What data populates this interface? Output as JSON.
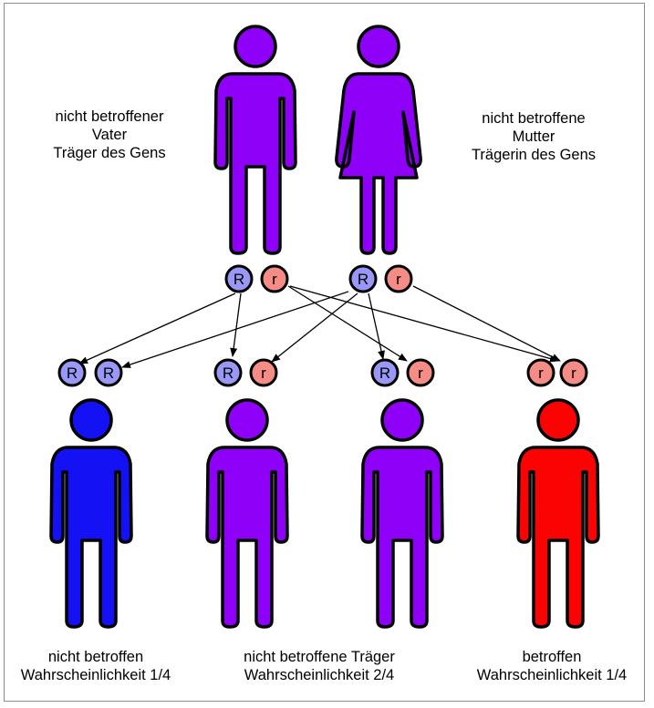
{
  "colors": {
    "purple": "#8e00f7",
    "blue": "#1412f5",
    "red": "#fb0303",
    "dominant_allele_fill": "#9a98f7",
    "recessive_allele_fill": "#f68c86",
    "outline": "#000000"
  },
  "parents": {
    "father": {
      "lines": [
        "nicht betroffener",
        "Vater",
        "Träger des Gens"
      ],
      "alleles": [
        "R",
        "r"
      ],
      "icon": "male-figure-icon",
      "color": "purple"
    },
    "mother": {
      "lines": [
        "nicht betroffene",
        "Mutter",
        "Trägerin des Gens"
      ],
      "alleles": [
        "R",
        "r"
      ],
      "icon": "female-figure-icon",
      "color": "purple"
    }
  },
  "children": [
    {
      "alleles": [
        "R",
        "R"
      ],
      "color": "blue",
      "icon": "male-figure-icon"
    },
    {
      "alleles": [
        "R",
        "r"
      ],
      "color": "purple",
      "icon": "male-figure-icon"
    },
    {
      "alleles": [
        "R",
        "r"
      ],
      "color": "purple",
      "icon": "male-figure-icon"
    },
    {
      "alleles": [
        "r",
        "r"
      ],
      "color": "red",
      "icon": "male-figure-icon"
    }
  ],
  "outcomes": [
    {
      "lines": [
        "nicht betroffen",
        "Wahrscheinlichkeit 1/4"
      ]
    },
    {
      "lines": [
        "nicht betroffene Träger",
        "Wahrscheinlichkeit 2/4"
      ]
    },
    {
      "lines": [
        "betroffen",
        "Wahrscheinlichkeit 1/4"
      ]
    }
  ]
}
